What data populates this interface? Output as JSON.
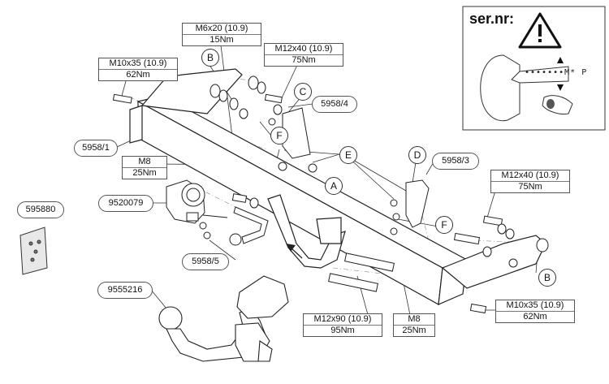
{
  "serial_box": {
    "title": "ser.nr:",
    "plate_text": "•••••••M* P"
  },
  "specs": {
    "m6x20": {
      "bolt": "M6x20 (10.9)",
      "torque": "15Nm"
    },
    "m12x40_top": {
      "bolt": "M12x40 (10.9)",
      "torque": "75Nm"
    },
    "m10x35_left": {
      "bolt": "M10x35 (10.9)",
      "torque": "62Nm"
    },
    "m8_left": {
      "bolt": "M8",
      "torque": "25Nm"
    },
    "m12x40_right": {
      "bolt": "M12x40 (10.9)",
      "torque": "75Nm"
    },
    "m12x90": {
      "bolt": "M12x90 (10.9)",
      "torque": "95Nm"
    },
    "m8_bottom": {
      "bolt": "M8",
      "torque": "25Nm"
    },
    "m10x35_right": {
      "bolt": "M10x35 (10.9)",
      "torque": "62Nm"
    }
  },
  "parts": {
    "p5958_4": "5958/4",
    "p5958_1": "5958/1",
    "p5958_3": "5958/3",
    "p9520079": "9520079",
    "p595880": "595880",
    "p5958_5": "5958/5",
    "p9555216": "9555216"
  },
  "callouts": {
    "a": "A",
    "b_top": "B",
    "b_right": "B",
    "c": "C",
    "d": "D",
    "e": "E",
    "f_left": "F",
    "f_right": "F"
  }
}
